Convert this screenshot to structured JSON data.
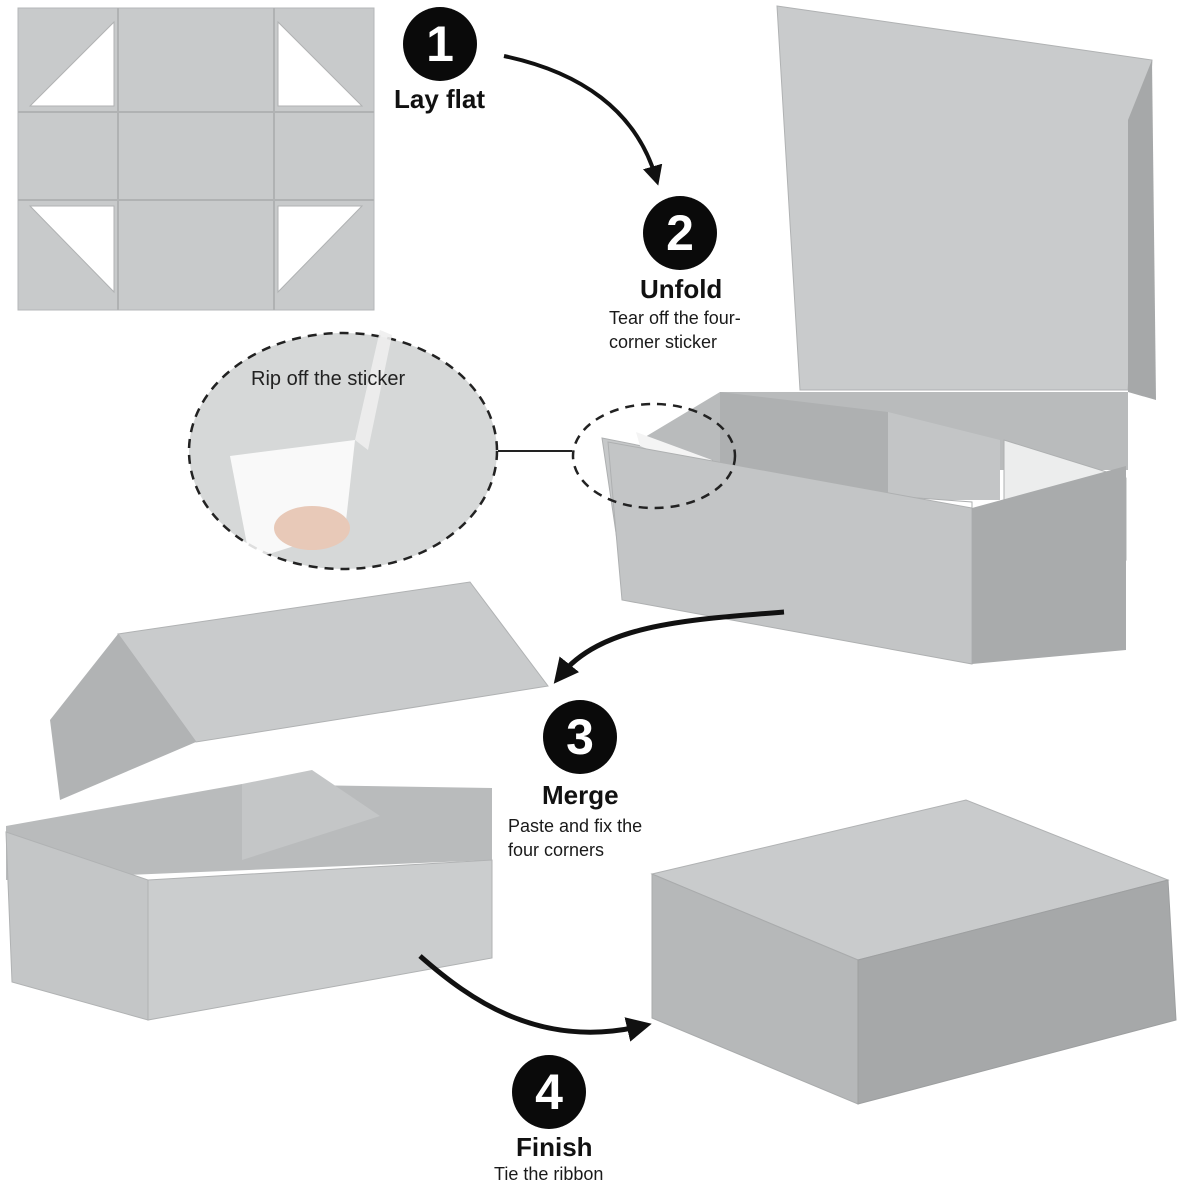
{
  "steps": [
    {
      "number": "1",
      "title": "Lay flat",
      "desc_lines": []
    },
    {
      "number": "2",
      "title": "Unfold",
      "desc_lines": [
        "Tear off the four-",
        "corner sticker"
      ]
    },
    {
      "number": "3",
      "title": "Merge",
      "desc_lines": [
        "Paste and fix the",
        "four corners"
      ]
    },
    {
      "number": "4",
      "title": "Finish",
      "desc_lines": [
        "Tie the ribbon"
      ]
    }
  ],
  "callout": {
    "label": "Rip off the sticker"
  },
  "colors": {
    "box_light": "#c9cbcc",
    "box_mid": "#b4b6b7",
    "box_dark": "#a3a5a6",
    "badge": "#0a0a0a",
    "arrow": "#111111"
  }
}
